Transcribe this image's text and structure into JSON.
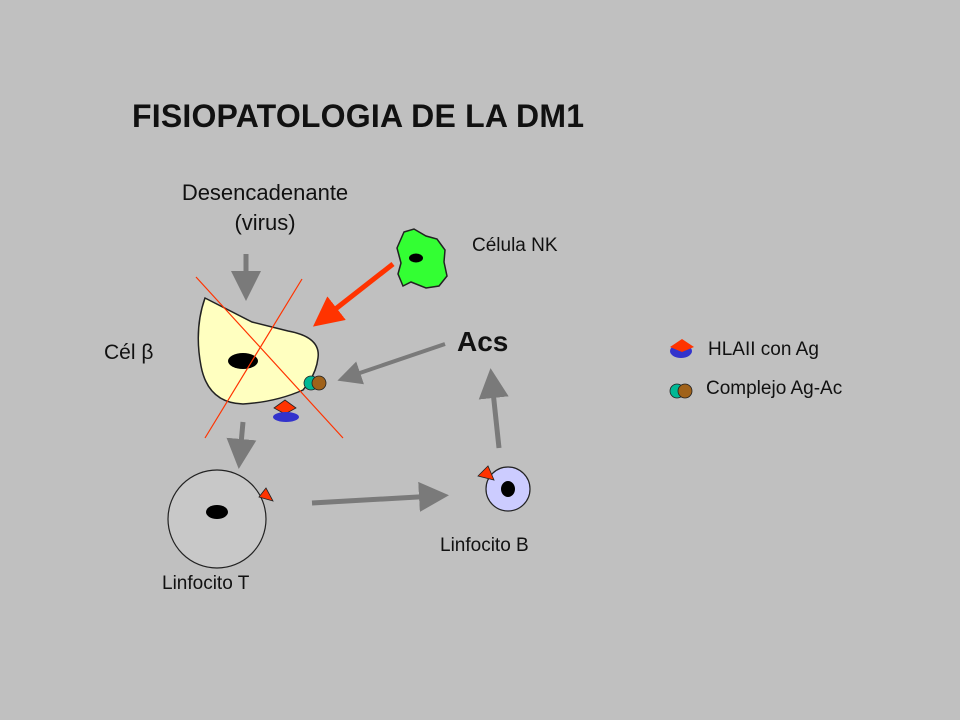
{
  "title": "FISIOPATOLOGIA DE LA DM1",
  "trigger": {
    "line1": "Desencadenante",
    "line2": "(virus)"
  },
  "labels": {
    "nk_cell": "Célula NK",
    "beta_cell": "Cél β",
    "antibodies": "Acs",
    "t_lymphocyte": "Linfocito T",
    "b_lymphocyte": "Linfocito B"
  },
  "legend": {
    "hla": "HLAII con Ag",
    "complex": "Complejo Ag-Ac"
  },
  "colors": {
    "background": "#c0c0c0",
    "beta_cell": "#ffffc0",
    "nk_cell": "#33ff33",
    "t_cell": "#c8c8c8",
    "b_cell": "#ccccff",
    "antigen": "#ff3300",
    "hla": "#3333cc",
    "antigen_green": "#00b894",
    "antibody_brown": "#a0621a",
    "gray_arrow": "#7a7a7a",
    "red_arrow": "#ff3300",
    "cross_line": "#ff3300"
  }
}
